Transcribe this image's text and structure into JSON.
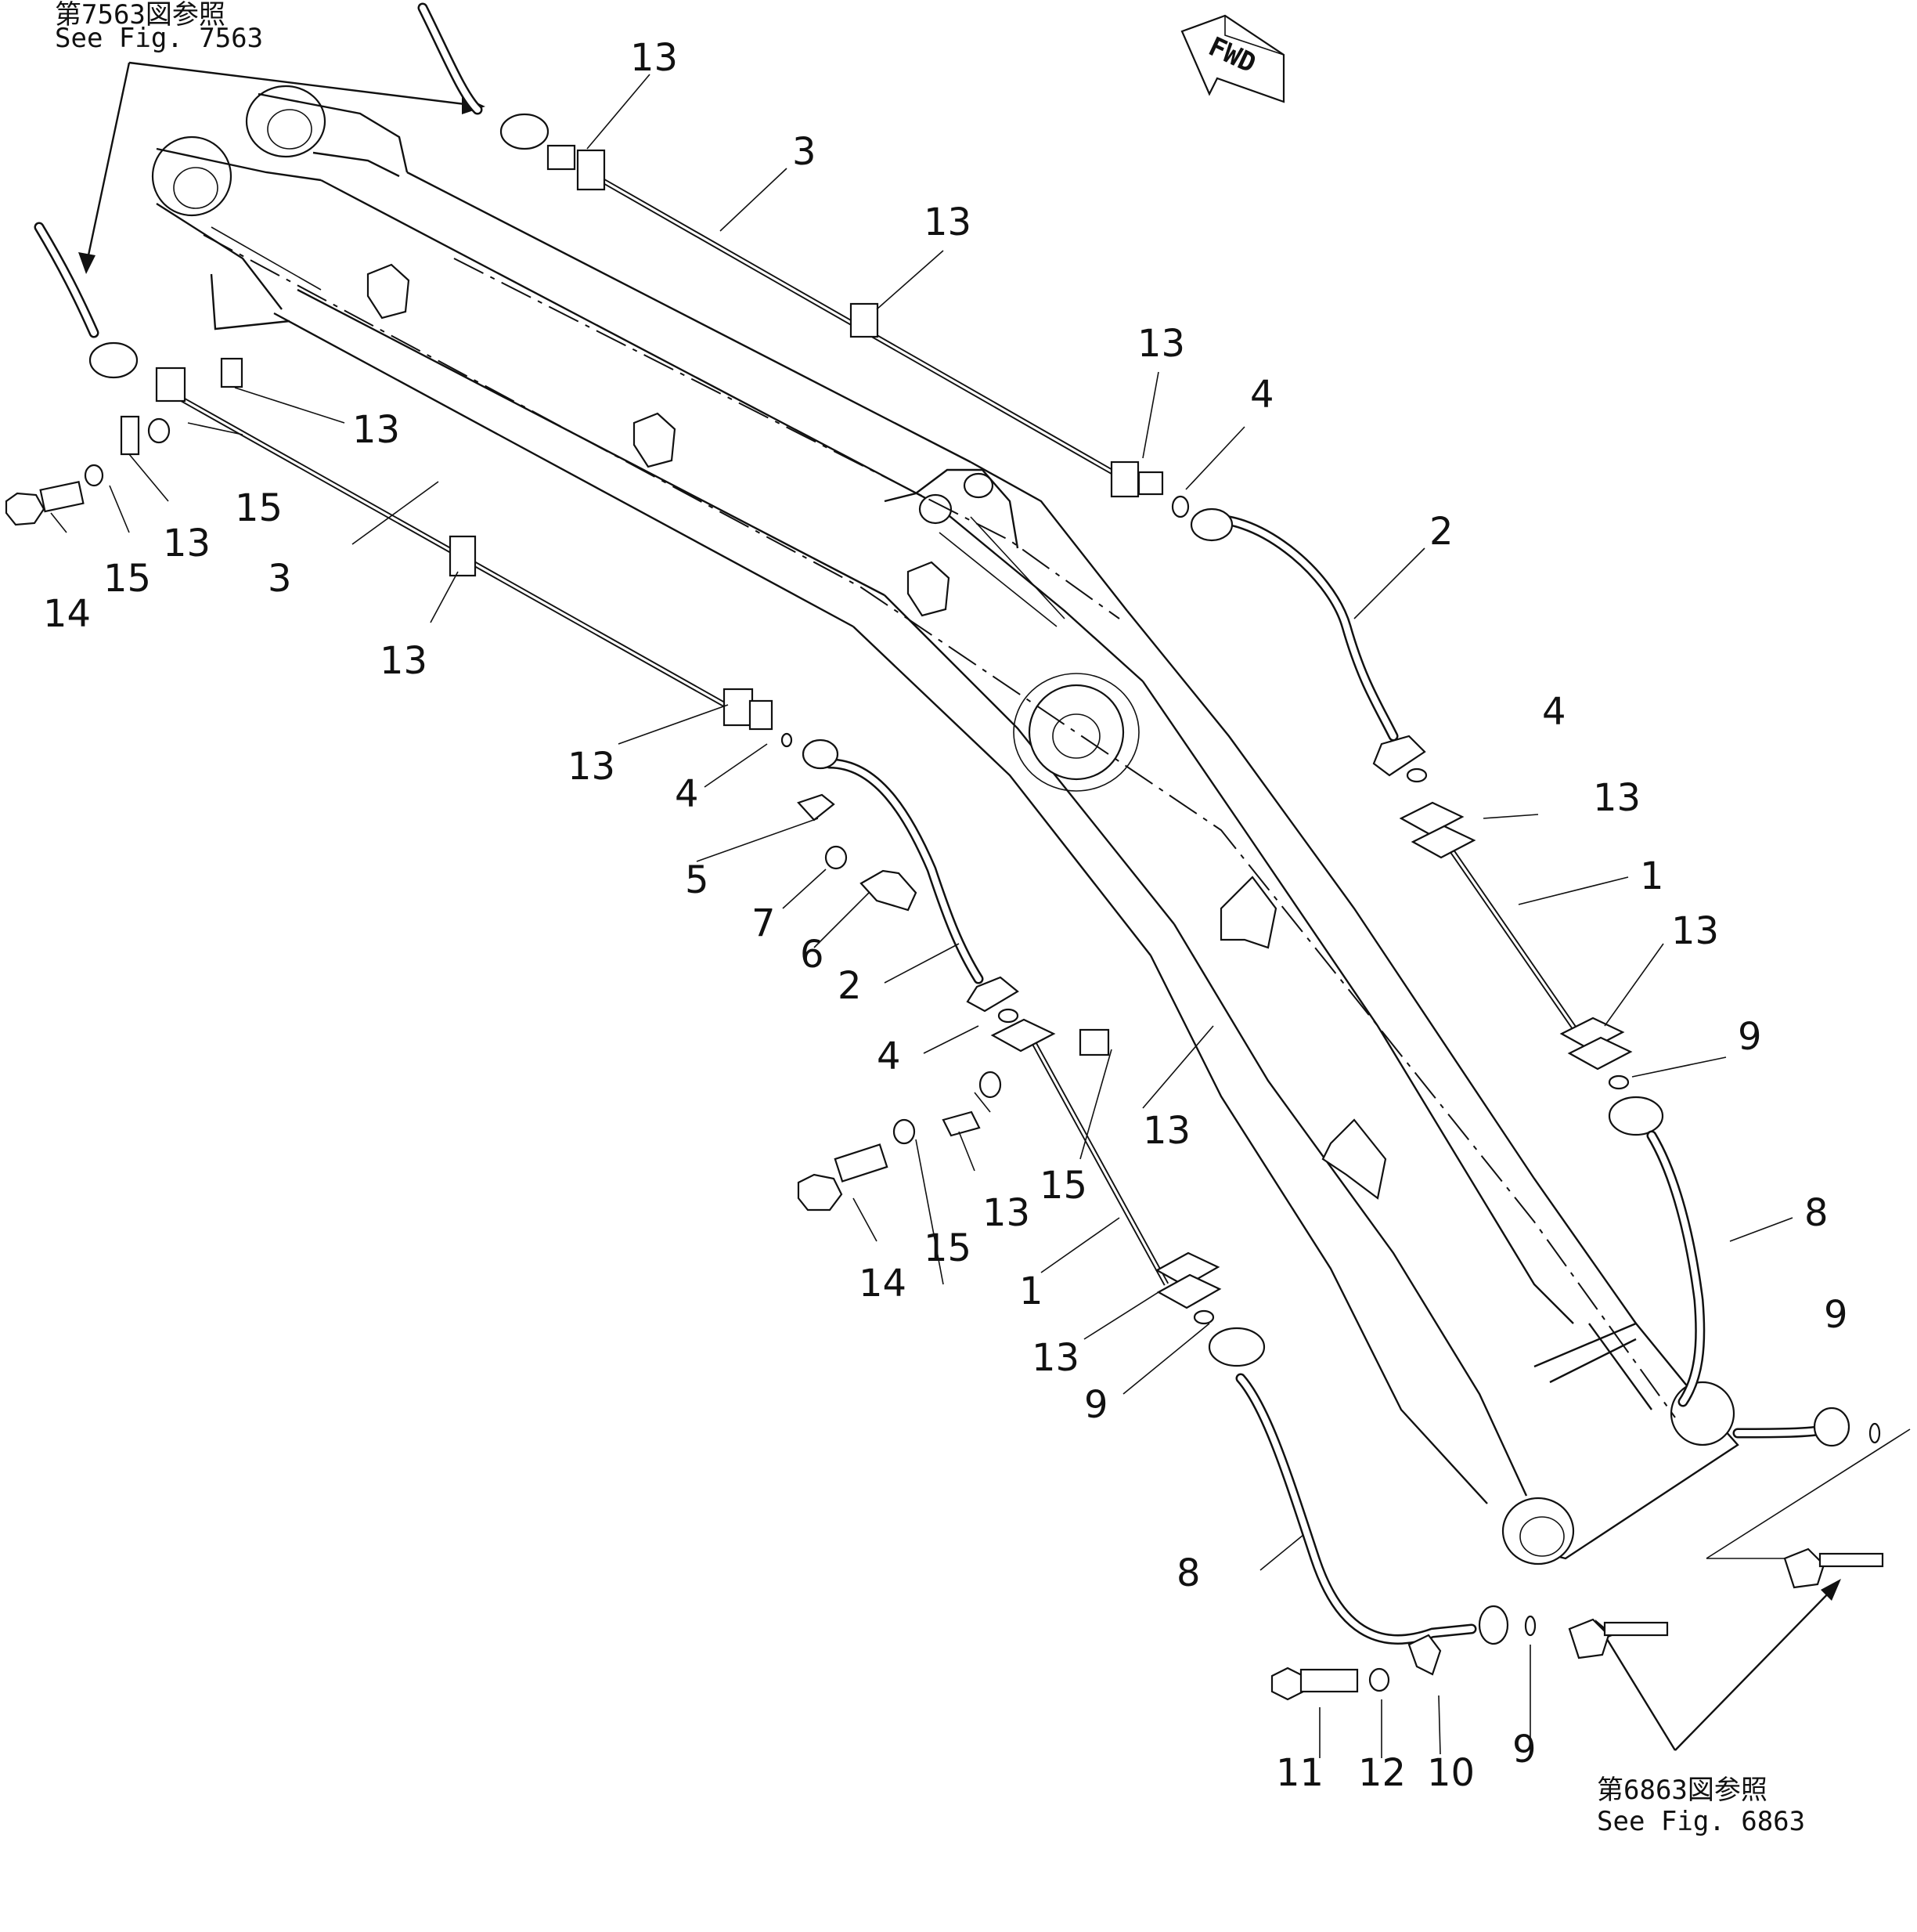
{
  "references": {
    "top_left_jp": "第7563図参照",
    "top_left_en": "See Fig. 7563",
    "bottom_right_jp": "第6863図参照",
    "bottom_right_en": "See Fig. 6863"
  },
  "direction_marker": "FWD",
  "callouts": {
    "c01": "13",
    "c02": "3",
    "c03": "13",
    "c04": "13",
    "c05": "4",
    "c06": "2",
    "c07": "13",
    "c08": "15",
    "c09": "13",
    "c10": "15",
    "c11": "14",
    "c12": "3",
    "c13": "13",
    "c14": "13",
    "c15": "4",
    "c16": "5",
    "c17": "7",
    "c18": "6",
    "c19": "2",
    "c20": "4",
    "c21": "13",
    "c22": "15",
    "c23": "13",
    "c24": "15",
    "c25": "14",
    "c26": "1",
    "c27": "13",
    "c28": "9",
    "c29": "8",
    "c30": "4",
    "c31": "13",
    "c32": "1",
    "c33": "13",
    "c34": "9",
    "c35": "8",
    "c36": "9",
    "c37": "9",
    "c38": "11",
    "c39": "12",
    "c40": "10"
  }
}
